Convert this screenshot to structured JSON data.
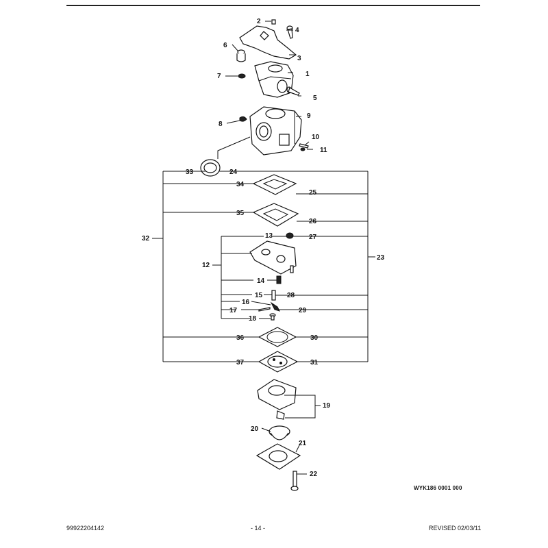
{
  "diagram": {
    "figure_ref": "WYK186 0001 000",
    "callouts": [
      "1",
      "2",
      "3",
      "4",
      "5",
      "6",
      "7",
      "8",
      "9",
      "10",
      "11",
      "12",
      "13",
      "14",
      "15",
      "16",
      "17",
      "18",
      "19",
      "20",
      "21",
      "22",
      "23",
      "24",
      "25",
      "26",
      "27",
      "28",
      "29",
      "30",
      "31",
      "32",
      "33",
      "34",
      "35",
      "36",
      "37"
    ]
  },
  "footer": {
    "part_number": "99922204142",
    "page": "- 14 -",
    "revised": "REVISED 02/03/11"
  }
}
